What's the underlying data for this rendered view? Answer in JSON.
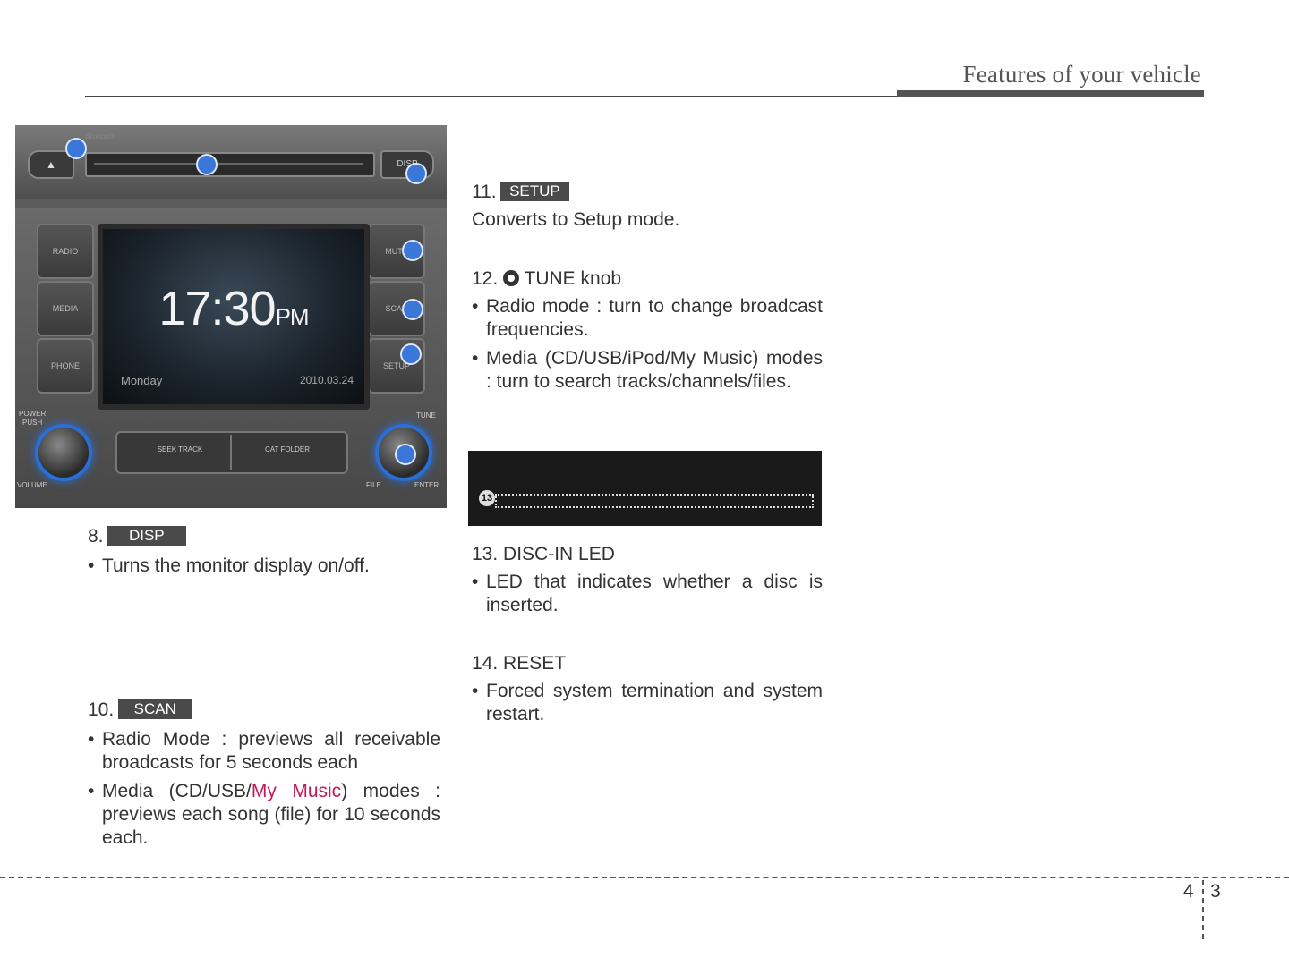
{
  "header": {
    "title": "Features of your vehicle"
  },
  "panel": {
    "bluetooth_label": "Bluetooth",
    "eject_glyph": "▲",
    "disp_label": "DISP",
    "left_buttons": [
      "RADIO",
      "MEDIA",
      "PHONE"
    ],
    "right_buttons": [
      "MUTE",
      "SCAN",
      "SETUP"
    ],
    "time": "17:30",
    "ampm": "PM",
    "day": "Monday",
    "date": "2010.03.24",
    "power_label": "POWER",
    "push_label": "PUSH",
    "volume_label": "VOLUME",
    "tune_label": "TUNE",
    "file_label": "FILE",
    "enter_label": "ENTER",
    "seek_label": "SEEK TRACK",
    "cat_label": "CAT FOLDER",
    "accent_color": "#2a6fd6"
  },
  "items": {
    "i8": {
      "num": "8.",
      "tag": "DISP",
      "bullets": [
        "Turns the monitor display on/off."
      ]
    },
    "i10": {
      "num": "10.",
      "tag": "SCAN",
      "b1": "Radio Mode : previews all receivable broadcasts for 5 seconds each",
      "b2_pre": "Media (CD/USB/",
      "b2_hl": "My Music",
      "b2_post": ") modes : previews each song (file) for 10 seconds each."
    },
    "i11": {
      "num": "11.",
      "tag": "SETUP",
      "text": "Converts to Setup mode."
    },
    "i12": {
      "num": "12.",
      "title": "TUNE knob",
      "b1": "Radio mode : turn to change broadcast frequencies.",
      "b2": "Media (CD/USB/iPod/My Music) modes : turn to search tracks/channels/files."
    },
    "i13": {
      "title": "13. DISC-IN LED",
      "badge": "13",
      "b1": "LED that indicates whether a disc is inserted."
    },
    "i14": {
      "title": "14. RESET",
      "b1": "Forced system termination and system restart."
    }
  },
  "highlight_color": "#c2185b",
  "footer": {
    "chapter": "4",
    "page": "3"
  }
}
